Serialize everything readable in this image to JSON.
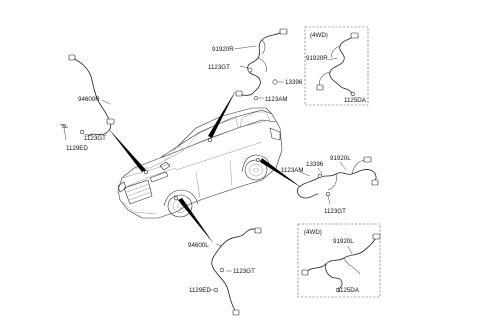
{
  "labels": {
    "p91920R_main": "91920R",
    "p1123GT_top": "1123GT",
    "p13396_top": "13396",
    "p1123AM_top": "1123AM",
    "box_top_tag": "(4WD)",
    "p91920R_box": "91920R",
    "p1125DA_top": "1125DA",
    "p94600R": "94600R",
    "p1123GT_left": "1123GT",
    "p1129ED_left": "1129ED",
    "p1123AM_right": "1123AM",
    "p13396_right": "13396",
    "p91920L": "91920L",
    "p1123GT_right": "1123GT",
    "box_bottom_tag": "(4WD)",
    "p91920L_box": "91920L",
    "p1125DA_bottom": "1125DA",
    "p94600L": "94600L",
    "p1123GT_bottom": "1123GT",
    "p1129ED_bottom": "1129ED"
  }
}
